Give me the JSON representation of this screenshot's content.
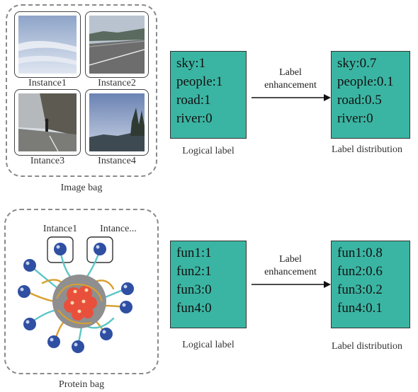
{
  "top": {
    "bag_caption": "Image bag",
    "instances": [
      "Instance1",
      "Instance2",
      "Intance3",
      "Instance4"
    ],
    "logical": {
      "caption": "Logical label",
      "lines": [
        "sky:1",
        "people:1",
        "road:1",
        "river:0"
      ]
    },
    "arrow_text": [
      "Label",
      "enhancement"
    ],
    "distribution": {
      "caption": "Label distribution",
      "lines": [
        "sky:0.7",
        "people:0.1",
        "road:0.5",
        "river:0"
      ]
    }
  },
  "bottom": {
    "bag_caption": "Protein bag",
    "instances": [
      "Intance1",
      "Intance..."
    ],
    "logical": {
      "caption": "Logical label",
      "lines": [
        "fun1:1",
        "fun2:1",
        "fun3:0",
        "fun4:0"
      ]
    },
    "arrow_text": [
      "Label",
      "enhancement"
    ],
    "distribution": {
      "caption": "Label distribution",
      "lines": [
        "fun1:0.8",
        "fun2:0.6",
        "fun3:0.2",
        "fun4:0.1"
      ]
    }
  },
  "colors": {
    "teal": "#3bb5a3",
    "dashed_border": "#8a8a8a",
    "ball_blue": "#2f4fa3",
    "core_gray": "#8f8f8f",
    "core_red": "#e8503c",
    "tendril_teal": "#5cc6c6",
    "tendril_orange": "#d9a030"
  }
}
